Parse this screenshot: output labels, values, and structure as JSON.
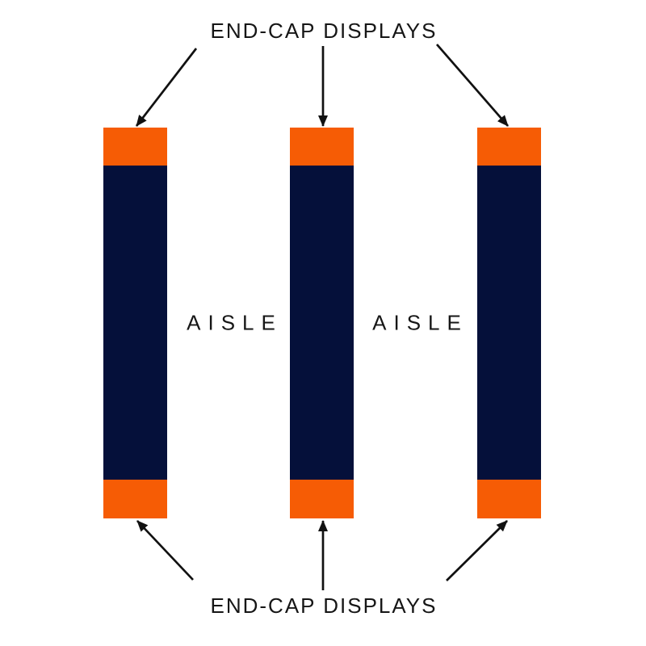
{
  "diagram": {
    "top_label": "END-CAP DISPLAYS",
    "bottom_label": "END-CAP DISPLAYS",
    "aisle_left_label": "AISLE",
    "aisle_right_label": "AISLE"
  },
  "colors": {
    "background": "#FFFFFF",
    "end_cap": "#F65C05",
    "shelf_body": "#05103A",
    "arrow": "#111111",
    "label_text": "#161616"
  }
}
